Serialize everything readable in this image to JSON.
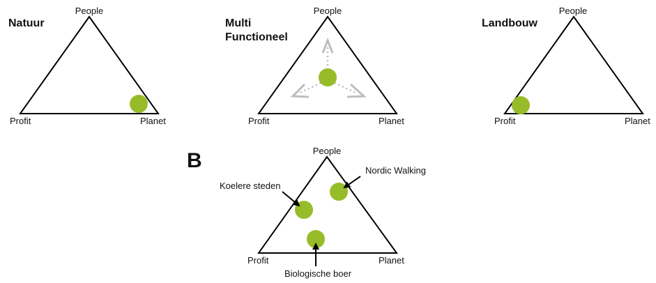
{
  "colors": {
    "dot": "#97bc2a",
    "line": "#000000",
    "arrow_gray": "#bdbdbd"
  },
  "vertices": {
    "top": "People",
    "left": "Profit",
    "right": "Planet"
  },
  "panels": [
    {
      "title_lines": [
        "Natuur"
      ],
      "dot_position": "near Planet"
    },
    {
      "title_lines": [
        "Multi",
        "Functioneel"
      ],
      "dot_position": "center",
      "arrows_to": [
        "People",
        "Profit",
        "Planet"
      ]
    },
    {
      "title_lines": [
        "Landbouw"
      ],
      "dot_position": "near Profit"
    }
  ],
  "panel_b": {
    "title": "B",
    "items": [
      {
        "label": "Koelere steden"
      },
      {
        "label": "Nordic Walking"
      },
      {
        "label": "Biologische boer"
      }
    ]
  }
}
